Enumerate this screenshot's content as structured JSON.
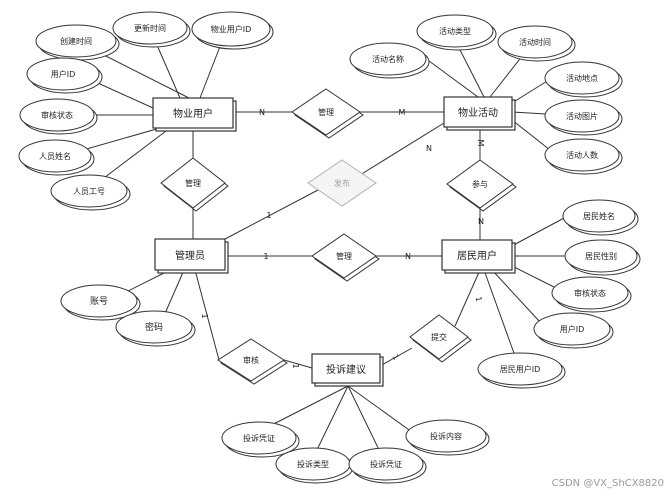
{
  "entities": {
    "property_user": "物业用户",
    "property_activity": "物业活动",
    "admin": "管理员",
    "resident_user": "居民用户",
    "complaint": "投诉建议"
  },
  "relationships": {
    "manage_top": "管理",
    "manage_left": "管理",
    "manage_mid": "管理",
    "publish": "发布",
    "participate": "参与",
    "review": "审核",
    "submit": "提交"
  },
  "attributes": {
    "created_time": "创建时间",
    "updated_time": "更新时间",
    "property_user_id": "物业用户ID",
    "user_id": "用户ID",
    "review_status": "审核状态",
    "staff_name": "人员姓名",
    "staff_no": "人员工号",
    "activity_name": "活动名称",
    "activity_type": "活动类型",
    "activity_time": "活动时间",
    "activity_place": "活动地点",
    "activity_image": "活动图片",
    "activity_count": "活动人数",
    "resident_name": "居民姓名",
    "resident_gender": "居民性别",
    "resident_review_status": "审核状态",
    "resident_user_id": "用户ID",
    "resident_uid": "居民用户ID",
    "account": "账号",
    "password": "密码",
    "complaint_proof_1": "投诉凭证",
    "complaint_type": "投诉类型",
    "complaint_proof_2": "投诉凭证",
    "complaint_content": "投诉内容"
  },
  "cardinalities": {
    "pu_manage": "N",
    "pa_manage": "M",
    "pa_participate": "M",
    "publish_pa": "N",
    "admin_publish": "1",
    "admin_manage": "1",
    "ru_manage": "N",
    "ru_participate": "N",
    "admin_review": "1",
    "complaint_review": "1",
    "complaint_submit": "1",
    "ru_submit": "1"
  },
  "watermark": "CSDN @VX_ShCX8820"
}
